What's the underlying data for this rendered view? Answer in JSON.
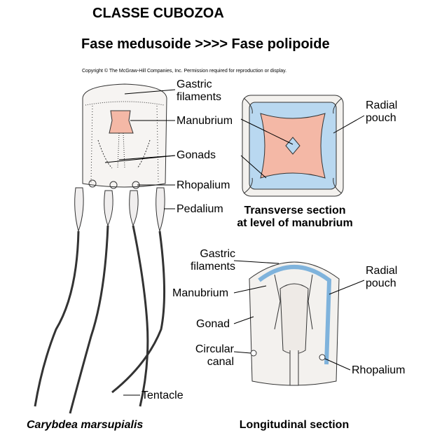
{
  "title": "CLASSE CUBOZOA",
  "subtitle": "Fase medusoide >>>> Fase polipoide",
  "copyright": "Copyright © The McGraw-Hill Companies, Inc. Permission required for reproduction or display.",
  "species": "Carybdea marsupialis",
  "left_labels": {
    "gastric_filaments": [
      "Gastric",
      "filaments"
    ],
    "manubrium": "Manubrium",
    "gonads": "Gonads",
    "rhopalium": "Rhopalium",
    "pedalium": "Pedalium",
    "tentacle": "Tentacle"
  },
  "transverse": {
    "caption": [
      "Transverse section",
      "at level of manubrium"
    ],
    "radial_pouch": [
      "Radial",
      "pouch"
    ]
  },
  "longitudinal": {
    "caption": "Longitudinal section",
    "gastric_filaments": [
      "Gastric",
      "filaments"
    ],
    "manubrium": "Manubrium",
    "gonad": "Gonad",
    "circular_canal": [
      "Circular",
      "canal"
    ],
    "radial_pouch": [
      "Radial",
      "pouch"
    ],
    "rhopalium": "Rhopalium"
  },
  "colors": {
    "manubrium_fill": "#f4b8a6",
    "pouch_fill": "#b9d8f0",
    "outline": "#333333"
  }
}
